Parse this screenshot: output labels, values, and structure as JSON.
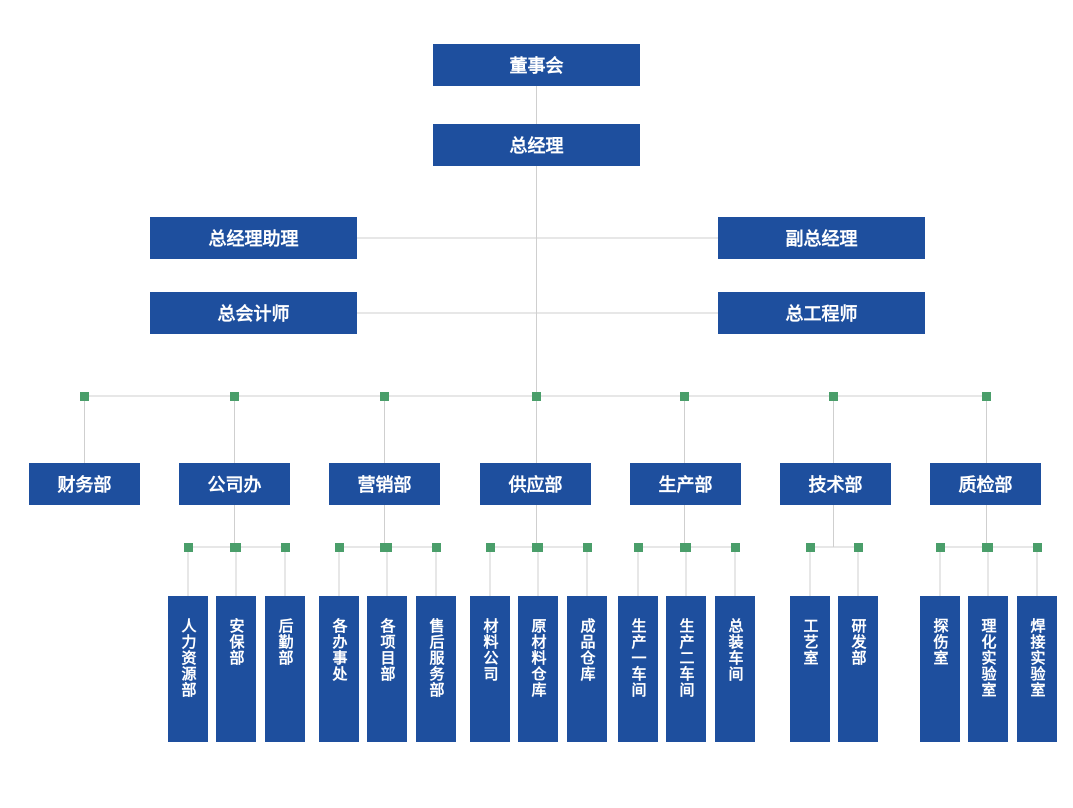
{
  "chart": {
    "board": "董事会",
    "gm": "总经理",
    "gm_assistant": "总经理助理",
    "deputy_gm": "副总经理",
    "chief_accountant": "总会计师",
    "chief_engineer": "总工程师",
    "departments": [
      {
        "name": "财务部",
        "units": []
      },
      {
        "name": "公司办",
        "units": [
          "人力资源部",
          "安保部",
          "后勤部"
        ]
      },
      {
        "name": "营销部",
        "units": [
          "各办事处",
          "各项目部",
          "售后服务部"
        ]
      },
      {
        "name": "供应部",
        "units": [
          "材料公司",
          "原材料仓库",
          "成品仓库"
        ]
      },
      {
        "name": "生产部",
        "units": [
          "生产一车间",
          "生产二车间",
          "总装车间"
        ]
      },
      {
        "name": "技术部",
        "units": [
          "工艺室",
          "研发部"
        ]
      },
      {
        "name": "质检部",
        "units": [
          "探伤室",
          "理化实验室",
          "焊接实验室"
        ]
      }
    ]
  }
}
